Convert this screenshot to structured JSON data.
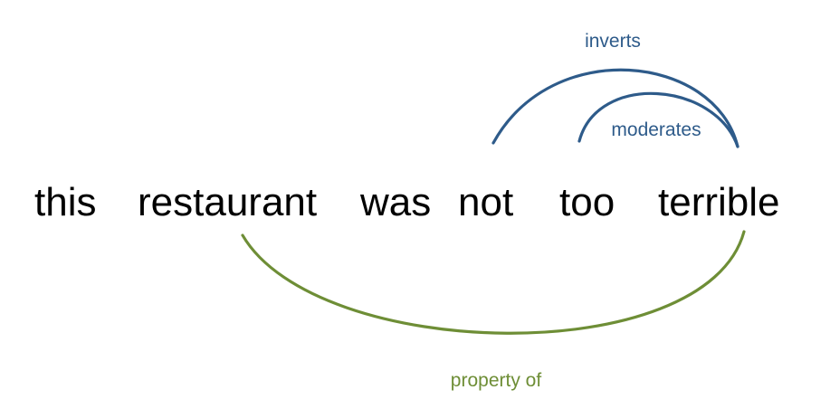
{
  "colors": {
    "text": "#000000",
    "blue_relation": "#2e5b8a",
    "green_relation": "#6e8e36"
  },
  "sentence": {
    "words": [
      "this",
      "restaurant",
      "was",
      "not",
      "too",
      "terrible"
    ]
  },
  "relations": {
    "inverts": {
      "label": "inverts",
      "from": "not",
      "to": "terrible"
    },
    "moderates": {
      "label": "moderates",
      "from": "too",
      "to": "terrible"
    },
    "property_of": {
      "label": "property of",
      "from": "terrible",
      "to": "restaurant"
    }
  }
}
